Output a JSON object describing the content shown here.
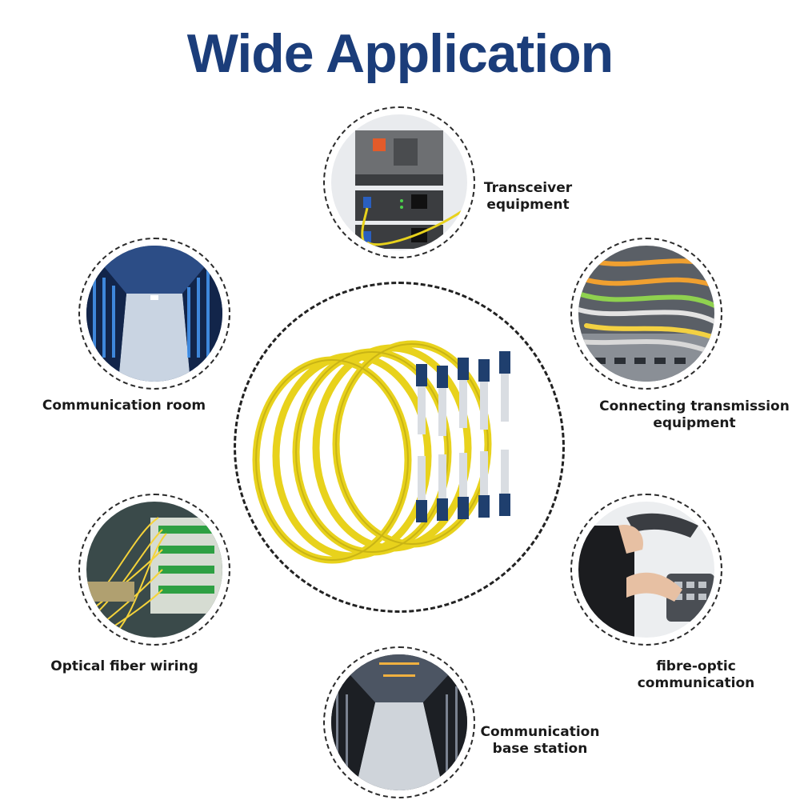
{
  "title": "Wide Application",
  "applications": [
    {
      "id": "transceiver",
      "lines": [
        "Transceiver",
        "equipment"
      ],
      "icon": "media-converter-photo"
    },
    {
      "id": "communication-room",
      "lines": [
        "Communication room"
      ],
      "icon": "server-room-photo"
    },
    {
      "id": "connecting",
      "lines": [
        "Connecting transmission",
        "equipment"
      ],
      "icon": "patch-panel-photo"
    },
    {
      "id": "optical-wiring",
      "lines": [
        "Optical fiber wiring"
      ],
      "icon": "fiber-wiring-photo"
    },
    {
      "id": "fibre-optic",
      "lines": [
        "fibre-optic",
        "communication"
      ],
      "icon": "telephone-photo"
    },
    {
      "id": "base-station",
      "lines": [
        "Communication",
        "base station"
      ],
      "icon": "data-center-photo"
    }
  ],
  "colors": {
    "title": "#1b3d7a",
    "cable": "#e8d21c",
    "connector": "#1f3f6e"
  }
}
